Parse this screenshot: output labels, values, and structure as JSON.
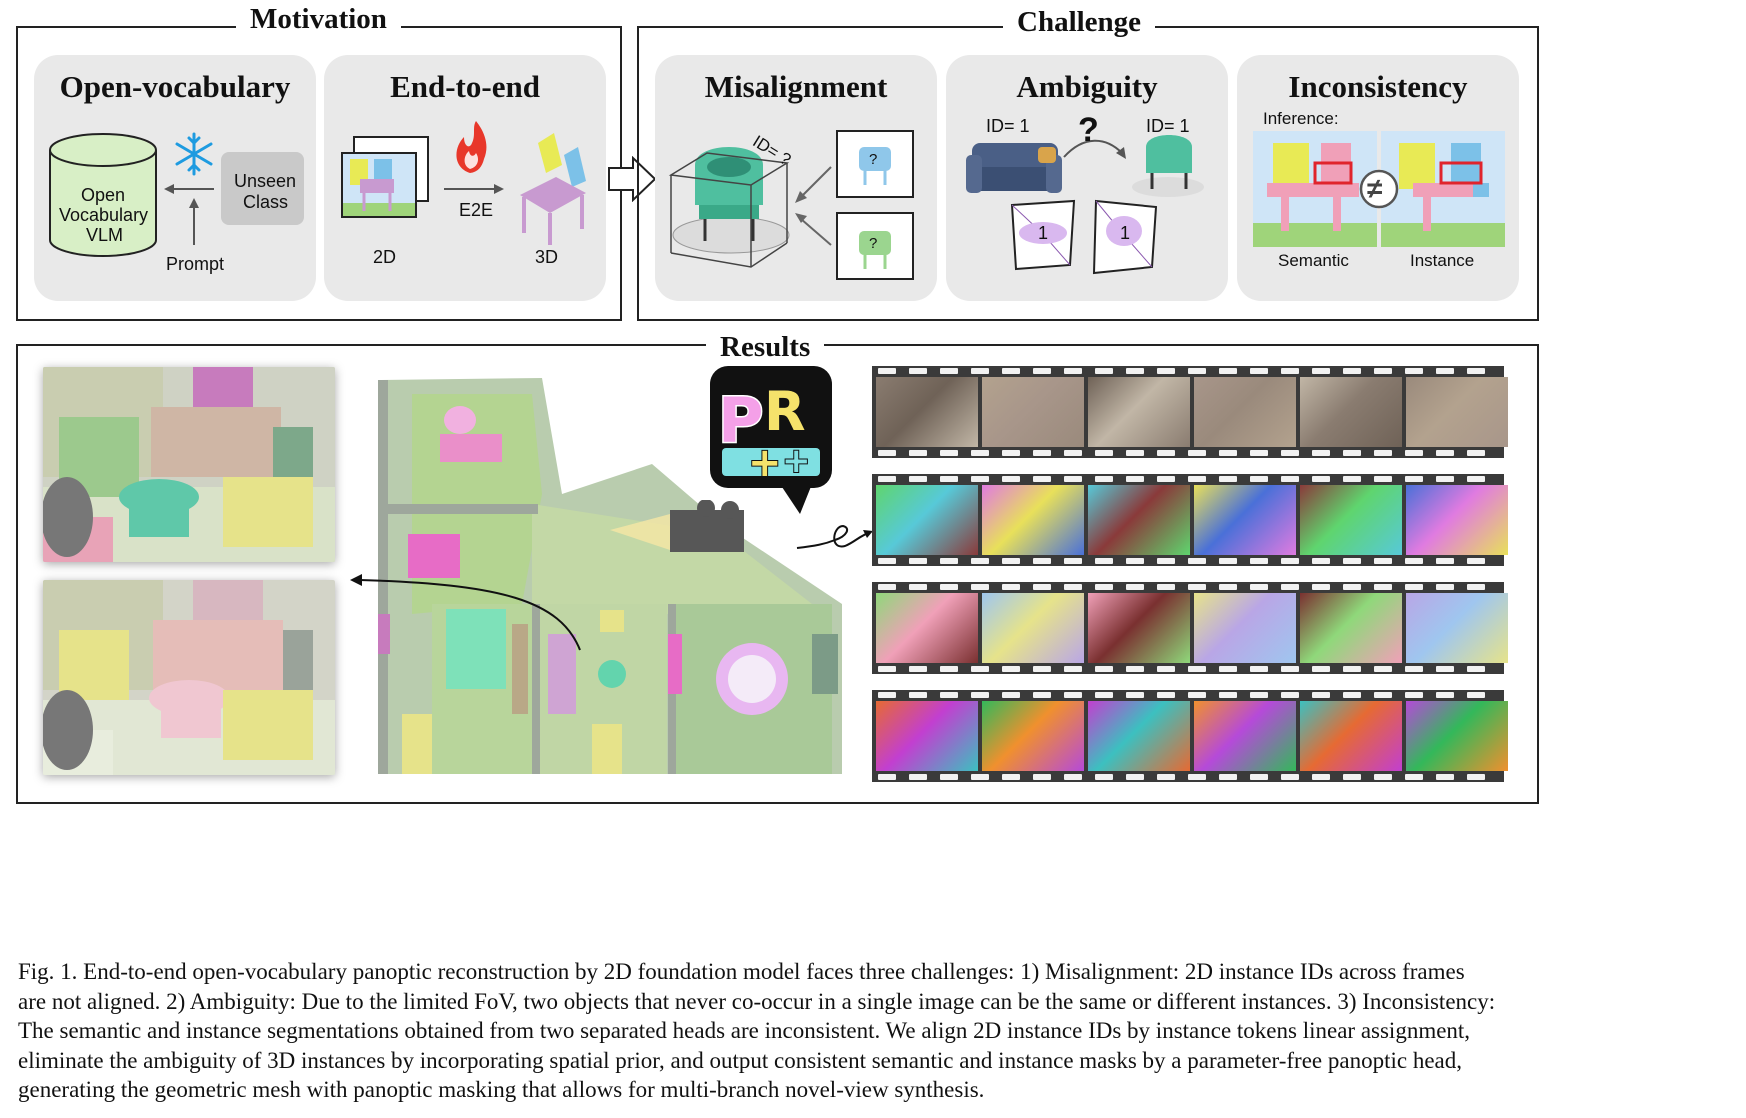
{
  "motivation": {
    "title": "Motivation",
    "open_vocab": {
      "title": "Open-vocabulary",
      "cylinder_text": [
        "Open",
        "Vocabulary",
        "VLM"
      ],
      "unseen_text": [
        "Unseen",
        "Class"
      ],
      "prompt_label": "Prompt",
      "freeze_icon": "snowflake-icon"
    },
    "end_to_end": {
      "title": "End-to-end",
      "label_2d": "2D",
      "label_e2e": "E2E",
      "label_3d": "3D",
      "train_icon": "flame-icon"
    }
  },
  "challenge": {
    "title": "Challenge",
    "misalignment": {
      "title": "Misalignment",
      "id_label": "ID= ?",
      "query_mark": "?"
    },
    "ambiguity": {
      "title": "Ambiguity",
      "id_left": "ID= 1",
      "id_right": "ID= 1",
      "question": "?",
      "mask_id": "1"
    },
    "inconsistency": {
      "title": "Inconsistency",
      "inference_label": "Inference:",
      "semantic_label": "Semantic",
      "instance_label": "Instance",
      "neq_symbol": "≠"
    }
  },
  "results": {
    "title": "Results",
    "logo_text": "PR++"
  },
  "caption": {
    "lines": [
      "Fig. 1.  End-to-end open-vocabulary panoptic reconstruction by 2D foundation model faces three challenges: 1) Misalignment: 2D instance IDs across frames",
      "are not aligned. 2) Ambiguity: Due to the limited FoV, two objects that never co-occur in a single image can be the same or different instances. 3) Inconsistency:",
      "The semantic and instance segmentations obtained from two separated heads are inconsistent. We align 2D instance IDs by instance tokens linear assignment,",
      "eliminate the ambiguity of 3D instances by incorporating spatial prior, and output consistent semantic and instance masks by a parameter-free panoptic head,",
      "generating the geometric mesh with panoptic masking that allows for multi-branch novel-view synthesis."
    ]
  },
  "colors": {
    "panel_bg": "#e9e9e9",
    "chair_teal": "#4fbf9f",
    "table_purple": "#c89ad0",
    "floor_green": "#a8d67e",
    "highlight_red": "#e0242c"
  }
}
